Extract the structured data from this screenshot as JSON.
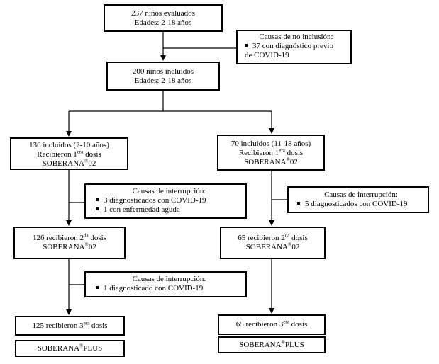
{
  "top": {
    "line1": "237 niños evaluados",
    "line2": "Edades: 2-18 años"
  },
  "no_inclusion": {
    "title": "Causas de no inclusión:",
    "item": "37 con diagnóstico previo",
    "item_cont": "de COVID-19"
  },
  "included": {
    "line1": "200 niños incluidos",
    "line2": "Edades: 2-18 años"
  },
  "left": {
    "group": {
      "line1": "130 incluidos (2-10 años)",
      "line2_pre": "Recibieron 1",
      "line2_sup": "era",
      "line2_post": " dosis",
      "vaccine_pre": "SOBERANA",
      "vaccine_mark": "®",
      "vaccine_post": "02"
    },
    "interrupt1": {
      "title": "Causas de interrupción:",
      "items": [
        "3 diagnosticados con COVID-19",
        "1 con enfermedad aguda"
      ]
    },
    "dose2": {
      "pre": "126 recibieron 2",
      "sup": "da",
      "post": " dosis",
      "vaccine_pre": "SOBERANA",
      "vaccine_mark": "®",
      "vaccine_post": "02"
    },
    "interrupt2": {
      "title": "Causas de interrupción:",
      "items": [
        "1 diagnosticado con COVID-19"
      ]
    },
    "dose3": {
      "pre": "125 recibieron 3",
      "sup": "era",
      "post": " dosis"
    },
    "plus": {
      "pre": "SOBERANA",
      "mark": "®",
      "post": "PLUS"
    }
  },
  "right": {
    "group": {
      "line1": "70 incluidos (11-18 años)",
      "line2_pre": "Recibieron 1",
      "line2_sup": "era",
      "line2_post": " dosis",
      "vaccine_pre": "SOBERANA",
      "vaccine_mark": "®",
      "vaccine_post": "02"
    },
    "interrupt1": {
      "title": "Causas de interrupción:",
      "items": [
        "5 diagnosticados con COVID-19"
      ]
    },
    "dose2": {
      "pre": "65 recibieron 2",
      "sup": "da",
      "post": " dosis",
      "vaccine_pre": "SOBERANA",
      "vaccine_mark": "®",
      "vaccine_post": "02"
    },
    "dose3": {
      "pre": "65 recibieron 3",
      "sup": "era",
      "post": " dosis"
    },
    "plus": {
      "pre": "SOBERANA",
      "mark": "®",
      "post": "PLUS"
    }
  },
  "colors": {
    "stroke": "#000000",
    "background": "#ffffff"
  }
}
